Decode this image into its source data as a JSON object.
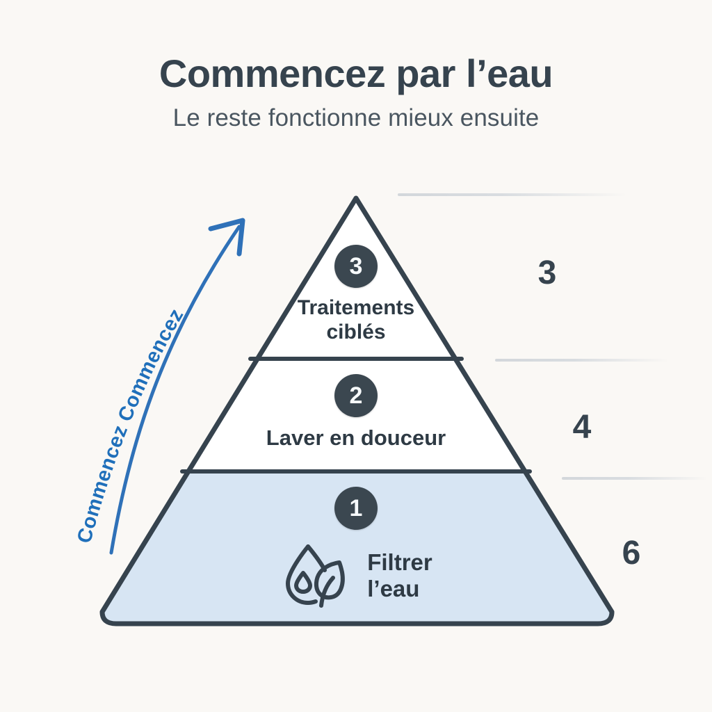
{
  "header": {
    "title": "Commencez par l’eau",
    "subtitle": "Le reste fonctionne mieux ensuite"
  },
  "pyramid": {
    "tiers": [
      {
        "id": "tier-1-base",
        "number": "1",
        "label": "Filtrer\nl’eau",
        "icon": "water-drop-leaf-icon",
        "fill": "#d7e5f3",
        "highlighted": true
      },
      {
        "id": "tier-2-middle",
        "number": "2",
        "label": "Laver en douceur",
        "icon": null,
        "fill": "#ffffff",
        "highlighted": false
      },
      {
        "id": "tier-3-apex",
        "number": "3",
        "label": "Traitements\nciblés",
        "icon": null,
        "fill": "#ffffff",
        "highlighted": false
      }
    ],
    "outline_color": "#36434e",
    "badge_color": "#3b4750"
  },
  "annotation": {
    "arrow_label": "Commencez Commencez",
    "arrow_color": "#2f71b8",
    "direction": "upward"
  },
  "side_stats": [
    {
      "value": "3"
    },
    {
      "value": "4"
    },
    {
      "value": "6"
    }
  ],
  "colors": {
    "background": "#faf8f5",
    "ink": "#36434e",
    "accent_blue": "#2f71b8",
    "tier_highlight": "#d7e5f3",
    "divider": "#d8dce0"
  }
}
